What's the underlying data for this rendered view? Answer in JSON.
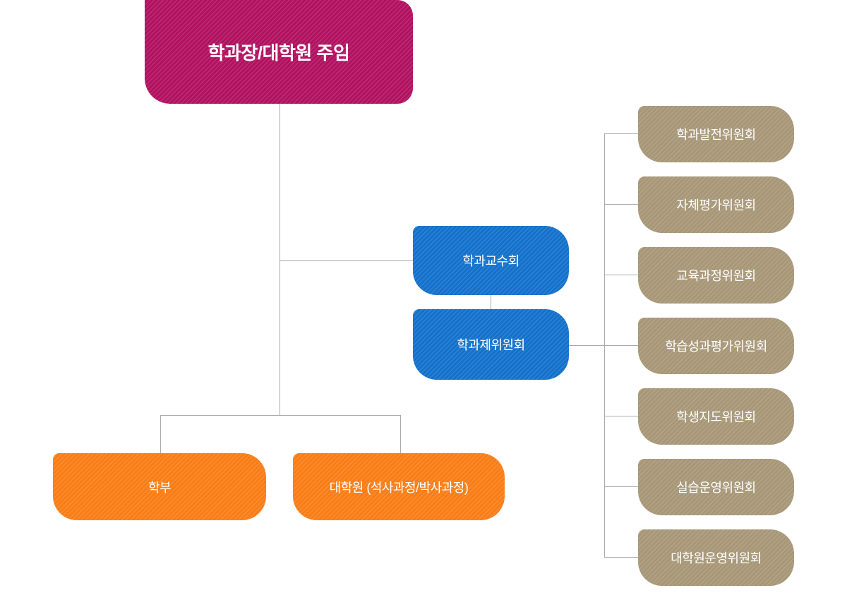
{
  "colors": {
    "root": "#b11160",
    "council": "#1371cb",
    "program": "#f97d16",
    "committee": "#a79777",
    "connector": "#ababab",
    "background": "#ffffff",
    "text": "#ffffff"
  },
  "nodes": {
    "root": {
      "label": "학과장/대학원 주임"
    },
    "faculty_council": {
      "label": "학과교수회"
    },
    "committee_board": {
      "label": "학과제위원회"
    },
    "undergraduate": {
      "label": "학부"
    },
    "graduate": {
      "label": "대학원 (석사과정/박사과정)"
    },
    "committees": [
      {
        "label": "학과발전위원회"
      },
      {
        "label": "자체평가위원회"
      },
      {
        "label": "교육과정위원회"
      },
      {
        "label": "학습성과평가위원회"
      },
      {
        "label": "학생지도위원회"
      },
      {
        "label": "실습운영위원회"
      },
      {
        "label": "대학원운영위원회"
      }
    ]
  }
}
